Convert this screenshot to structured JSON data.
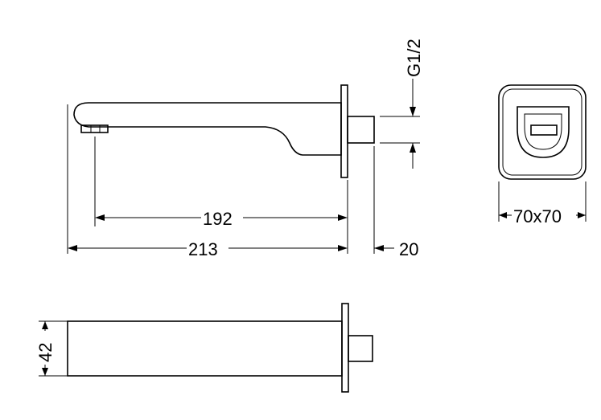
{
  "dimensions": {
    "thread": "G1/2",
    "spout_reach": "192",
    "total_length": "213",
    "wall_offset": "20",
    "cover_plate": "70x70",
    "spout_height": "42"
  }
}
